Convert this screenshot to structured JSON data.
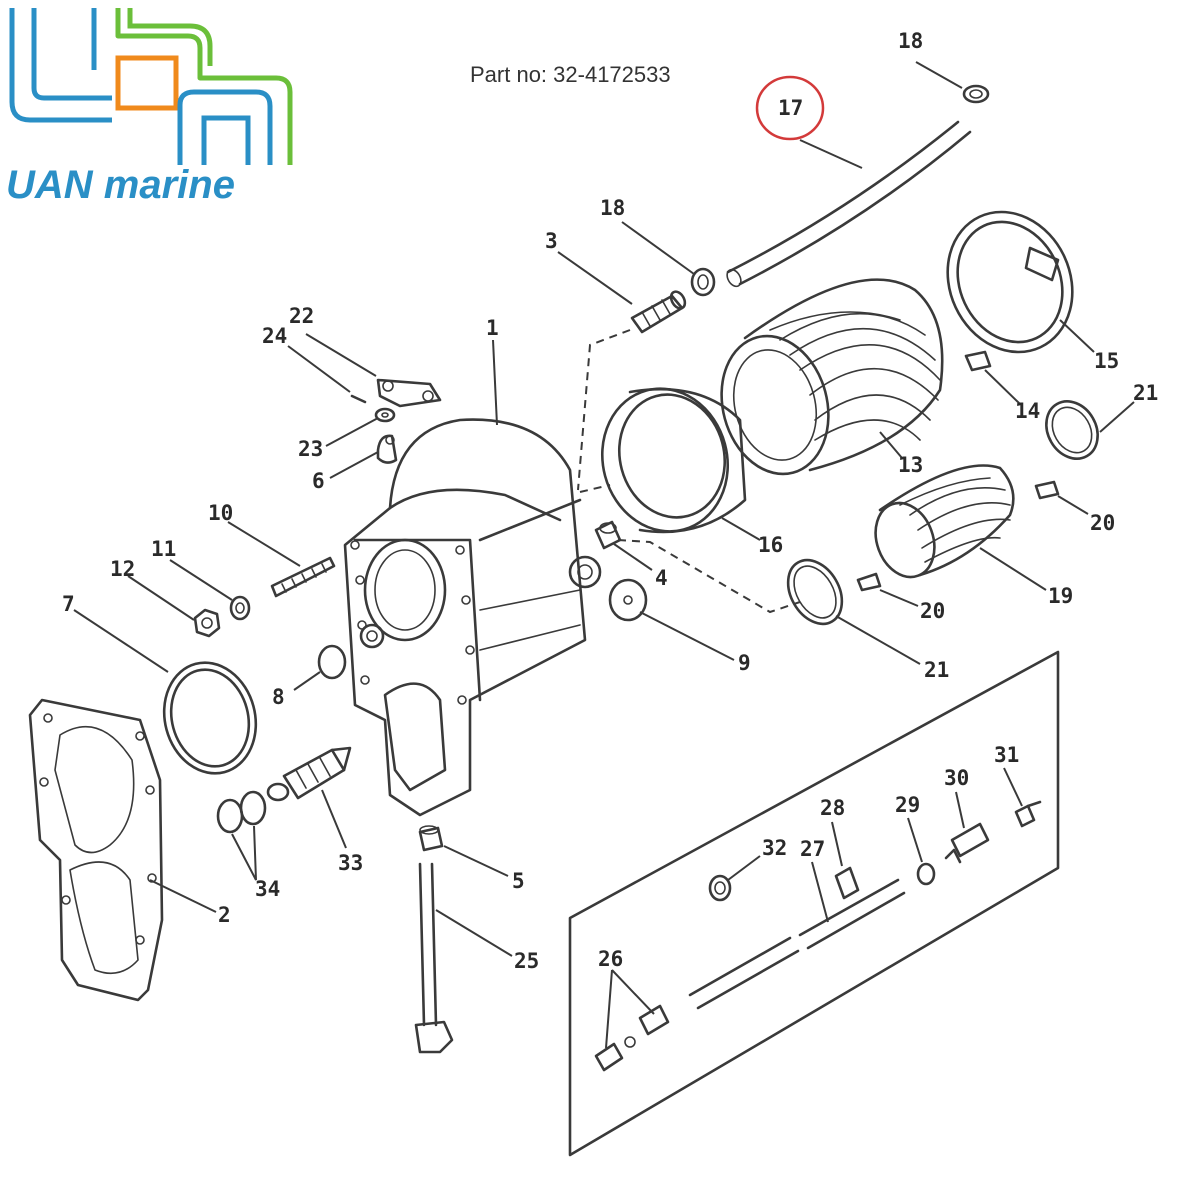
{
  "brand": {
    "name": "UAN marine",
    "colors": {
      "blue": "#2a8fc6",
      "green": "#6bbf3a",
      "orange": "#f08a1c",
      "highlight": "#d33a3a"
    }
  },
  "part_number_text": "Part no: 32-4172533",
  "highlighted_callout": "17",
  "callouts": [
    "18",
    "17",
    "18",
    "3",
    "1",
    "22",
    "24",
    "23",
    "6",
    "15",
    "14",
    "21",
    "13",
    "16",
    "10",
    "11",
    "12",
    "4",
    "20",
    "19",
    "7",
    "20",
    "21",
    "8",
    "9",
    "31",
    "30",
    "28",
    "29",
    "32",
    "27",
    "33",
    "34",
    "5",
    "2",
    "25",
    "26"
  ]
}
